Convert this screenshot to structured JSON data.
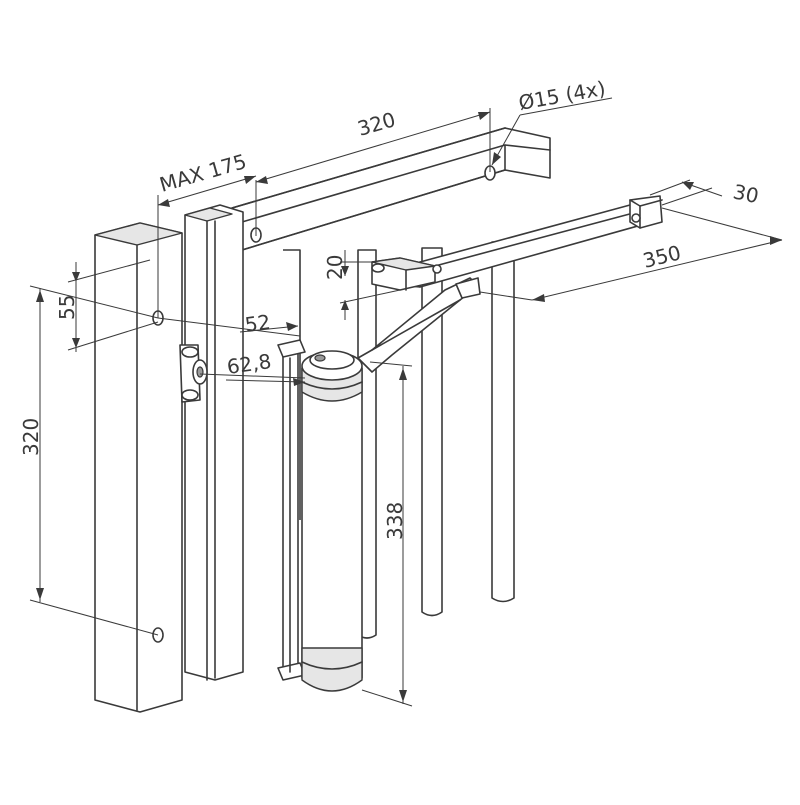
{
  "dimensions": {
    "hole_spacing_top": "320",
    "max_offset": "MAX 175",
    "hole_diameter": "Ø15 (4x)",
    "arm_width": "30",
    "arm_length": "350",
    "arm_height": "20",
    "post_hole_offset": "55",
    "bracket_offset": "52",
    "bracket_width": "62,8",
    "hole_spacing_vertical": "320",
    "closer_height": "338"
  }
}
